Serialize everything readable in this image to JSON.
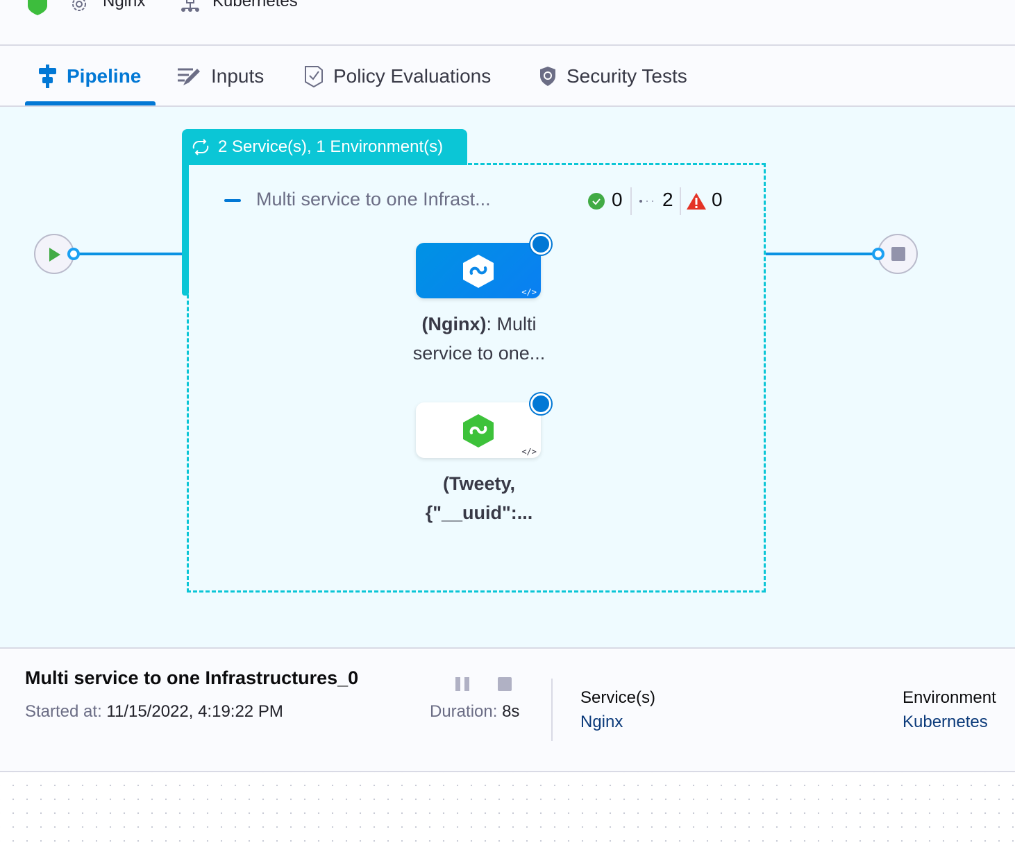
{
  "topbar": {
    "service": "Nginx",
    "infrastructure": "Kubernetes"
  },
  "tabs": [
    {
      "label": "Pipeline",
      "icon": "pipeline-icon",
      "active": true
    },
    {
      "label": "Inputs",
      "icon": "inputs-icon"
    },
    {
      "label": "Policy Evaluations",
      "icon": "policy-icon"
    },
    {
      "label": "Security Tests",
      "icon": "shield-icon"
    }
  ],
  "group": {
    "label": "2 Service(s), 1 Environment(s)",
    "stage_title": "Multi service to one Infrast...",
    "success": "0",
    "pending": "2",
    "failed": "0"
  },
  "nodes": [
    {
      "label_bold": "(Nginx)",
      "label_rest": ": Multi",
      "label_line2": "service to one...",
      "active": true
    },
    {
      "label_line1": "(Tweety,",
      "label_line2": "{\"__uuid\":..."
    }
  ],
  "details": {
    "title": "Multi service to one Infrastructures_0",
    "started_label": "Started at:",
    "started_value": "11/15/2022, 4:19:22 PM",
    "duration_label": "Duration:",
    "duration_value": "8s",
    "services_label": "Service(s)",
    "services_value": "Nginx",
    "env_label": "Environment",
    "env_value": "Kubernetes"
  },
  "colors": {
    "accent": "#0278d5",
    "group": "#0bc6d6",
    "success": "#42ab45",
    "failed": "#e43326",
    "canvas": "#effbff"
  }
}
